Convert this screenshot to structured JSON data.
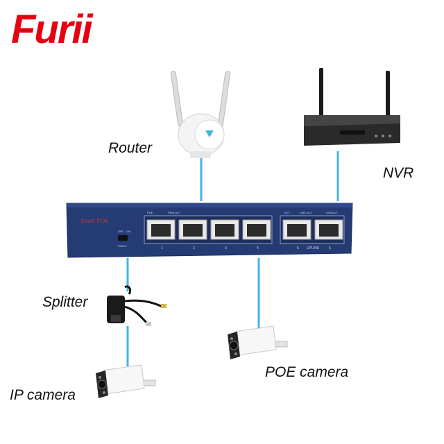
{
  "brand": {
    "logo_text": "Furii",
    "logo_color": "#e60012"
  },
  "labels": {
    "router": "Router",
    "nvr": "NVR",
    "splitter": "Splitter",
    "ip_camera": "IP camera",
    "poe_camera": "POE camera"
  },
  "switch": {
    "brand_text": "Smart POE",
    "switch_off": "OFF",
    "switch_on": "ON",
    "switch_label": "Extend",
    "header_left": "POE",
    "header_mid": "PWR-ACT",
    "header_right_1": "ACT",
    "header_right_2": "LINK-ACT",
    "header_right_3": "LINKACT",
    "port_1": "1",
    "port_2": "2",
    "port_3": "3",
    "port_4": "4",
    "port_5": "5",
    "port_6": "6",
    "uplink": "UPLINK",
    "body_color": "#243b73",
    "cable_color": "#3fb4e6"
  }
}
